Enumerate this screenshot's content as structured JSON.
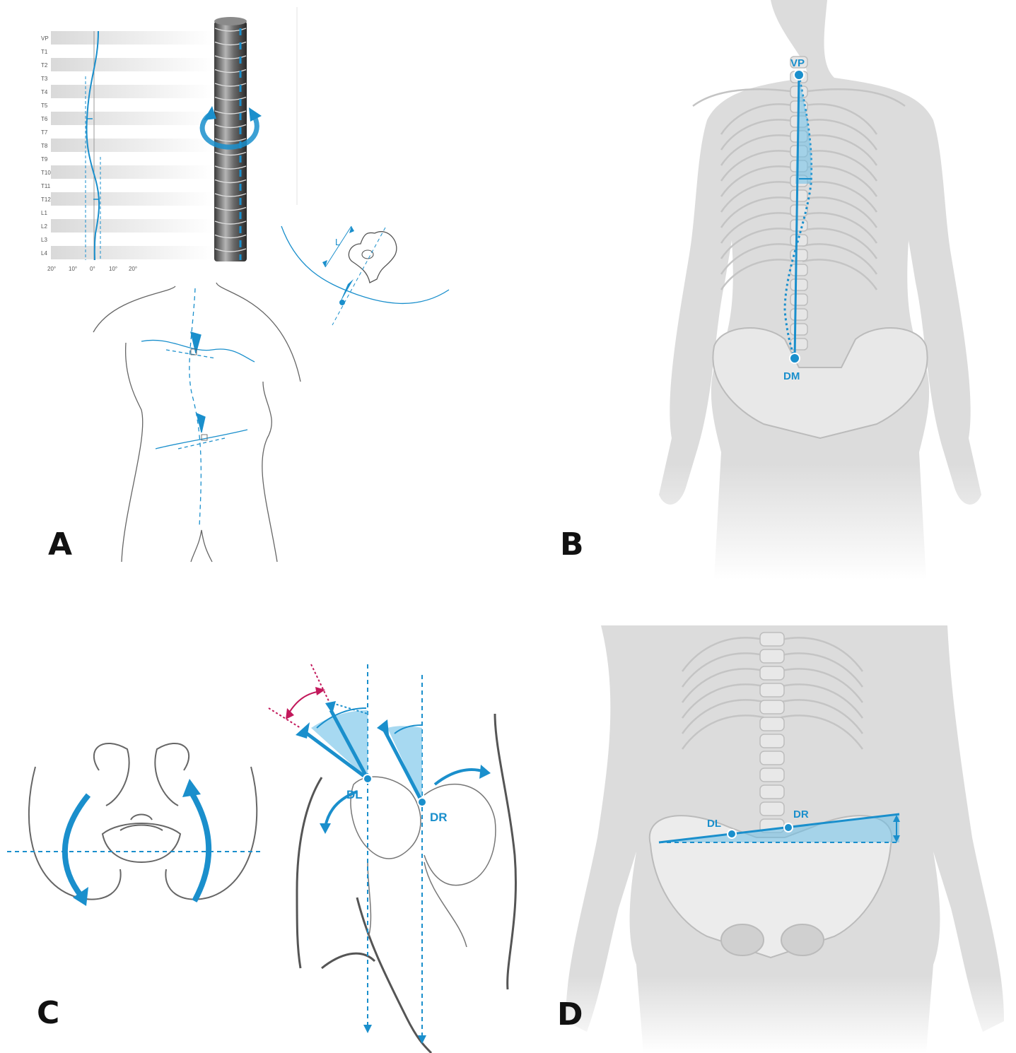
{
  "colors": {
    "accent": "#1a8fcc",
    "accent_fill": "#6cc0e8",
    "magenta": "#c2185b",
    "skeleton_bg": "#dcdcdc",
    "outline": "#777777"
  },
  "panel_a": {
    "letter": "A",
    "vertebra_labels": [
      "VP",
      "T1",
      "T2",
      "T3",
      "T4",
      "T5",
      "T6",
      "T7",
      "T8",
      "T9",
      "T10",
      "T11",
      "T12",
      "L1",
      "L2",
      "L3",
      "L4"
    ],
    "axis_ticks": [
      "20°",
      "10°",
      "0°",
      "10°",
      "20°"
    ],
    "length_label": "L"
  },
  "panel_b": {
    "letter": "B",
    "top_point": "VP",
    "bottom_point": "DM"
  },
  "panel_c": {
    "letter": "C",
    "left_dimple": "DL",
    "right_dimple": "DR"
  },
  "panel_d": {
    "letter": "D",
    "left_dimple": "DL",
    "right_dimple": "DR"
  }
}
